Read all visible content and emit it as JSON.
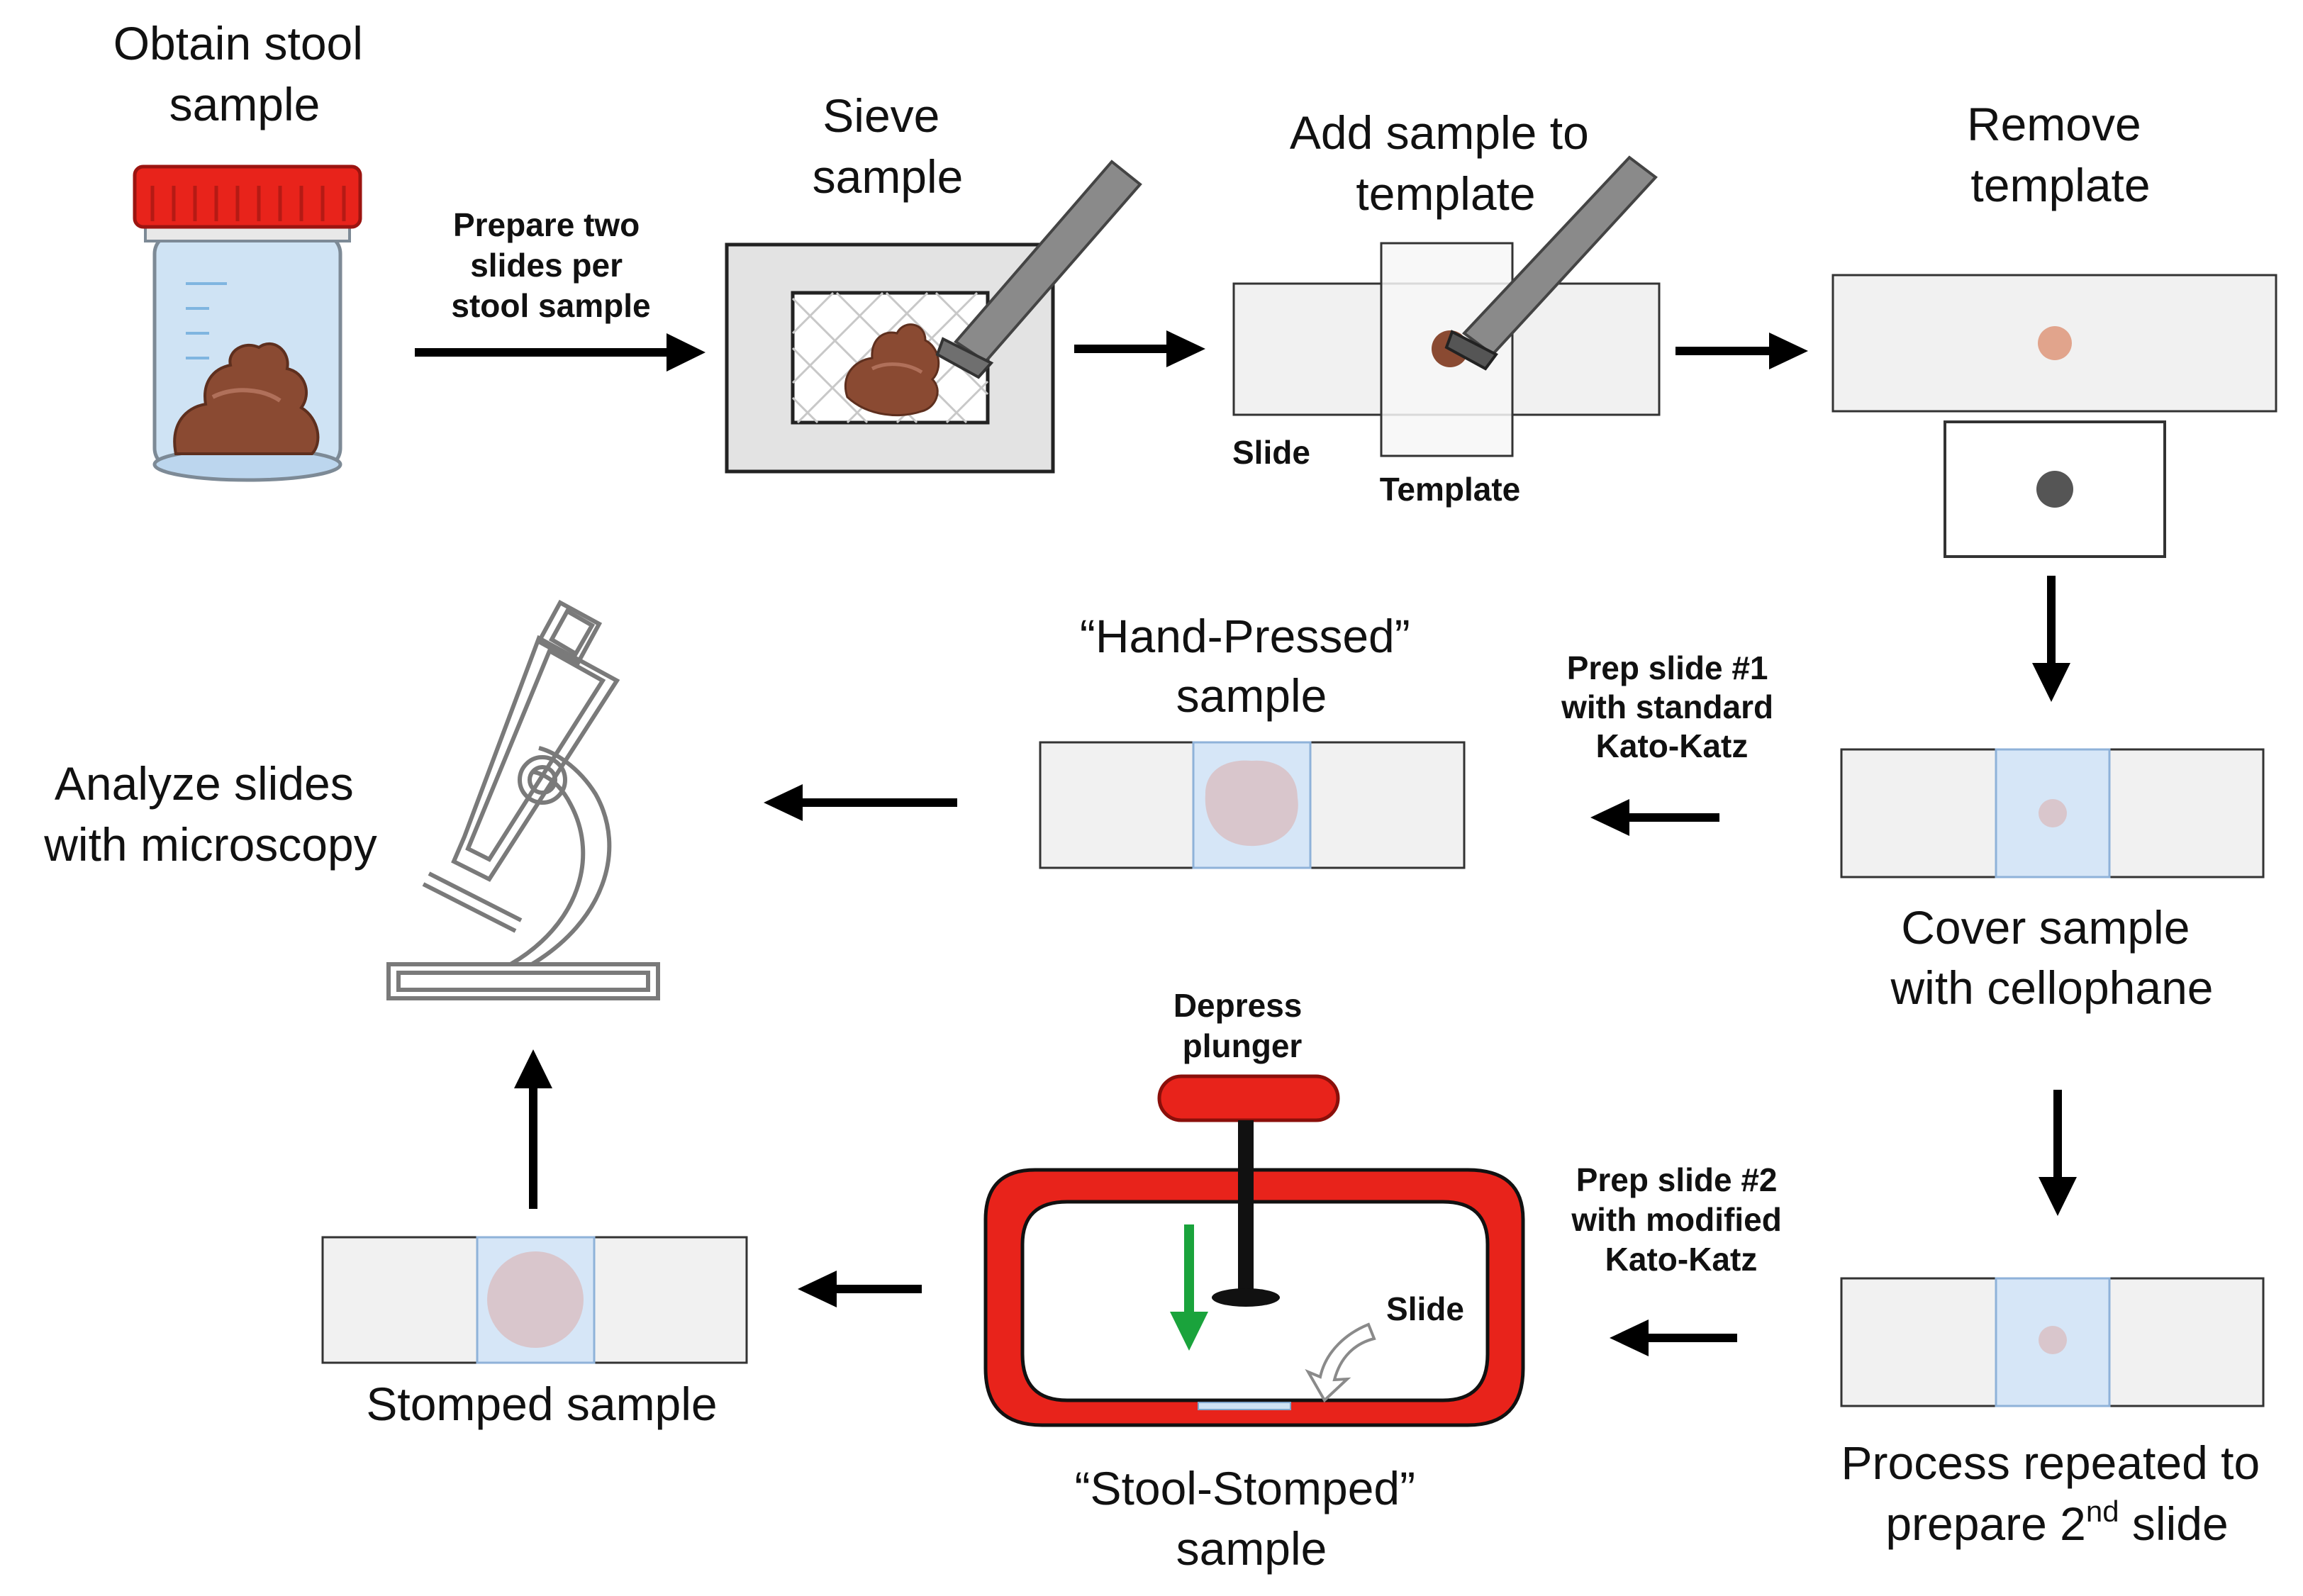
{
  "title": "",
  "steps": {
    "obtain": [
      "Obtain stool",
      "sample"
    ],
    "prepare": [
      "Prepare two",
      "slides per",
      "stool sample"
    ],
    "sieve": [
      "Sieve",
      "sample"
    ],
    "add": [
      "Add sample to",
      "template"
    ],
    "slide_label": "Slide",
    "template_label": "Template",
    "remove": [
      "Remove",
      "template"
    ],
    "cover": [
      "Cover sample",
      "with cellophane"
    ],
    "process": [
      "Process repeated to",
      "prepare 2",
      "nd",
      " slide"
    ],
    "prep1": [
      "Prep slide #1",
      "with standard",
      "Kato-Katz"
    ],
    "hand_pressed": [
      "“Hand-Pressed”",
      "sample"
    ],
    "analyze": [
      "Analyze slides",
      "with microscopy"
    ],
    "prep2": [
      "Prep slide #2",
      "with modified",
      "Kato-Katz"
    ],
    "depress": [
      "Depress",
      "plunger"
    ],
    "stomper_slide": "Slide",
    "stool_stomped": [
      "“Stool-Stomped”",
      "sample"
    ],
    "stomped": "Stomped sample"
  },
  "colors": {
    "lid": "#e8231b",
    "jar": "#cfe3f4",
    "stool": "#8a4a32",
    "cellophane": "#d6e6f7",
    "dot_brown": "#e1a48c",
    "dot_dark": "#555555",
    "dot_faded": "#d9c6cc",
    "stomper": "#e8231b",
    "down_arrow": "#1aa33c"
  }
}
